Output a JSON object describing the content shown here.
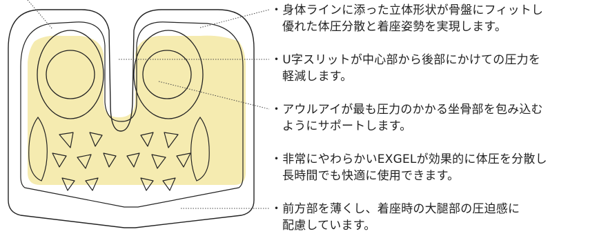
{
  "colors": {
    "cushion_outline": "#222222",
    "gel_fill": "#f5ebb0",
    "leader_line": "#444444",
    "text": "#222222"
  },
  "features": [
    {
      "lines": [
        "・身体ラインに添った立体形状が骨盤にフィットし",
        "優れた体圧分散と着座姿勢を実現します。"
      ]
    },
    {
      "lines": [
        "・U字スリットが中心部から後部にかけての圧力を",
        "軽減します。"
      ]
    },
    {
      "lines": [
        "・アウルアイが最も圧力のかかる坐骨部を包み込む",
        "ようにサポートします。"
      ]
    },
    {
      "lines": [
        "・非常にやわらかいEXGELが効果的に体圧を分散し",
        "長時間でも快適に使用できます。"
      ]
    },
    {
      "lines": [
        "・前方部を薄くし、着座時の大腿部の圧迫感に",
        "配慮しています。"
      ]
    }
  ]
}
